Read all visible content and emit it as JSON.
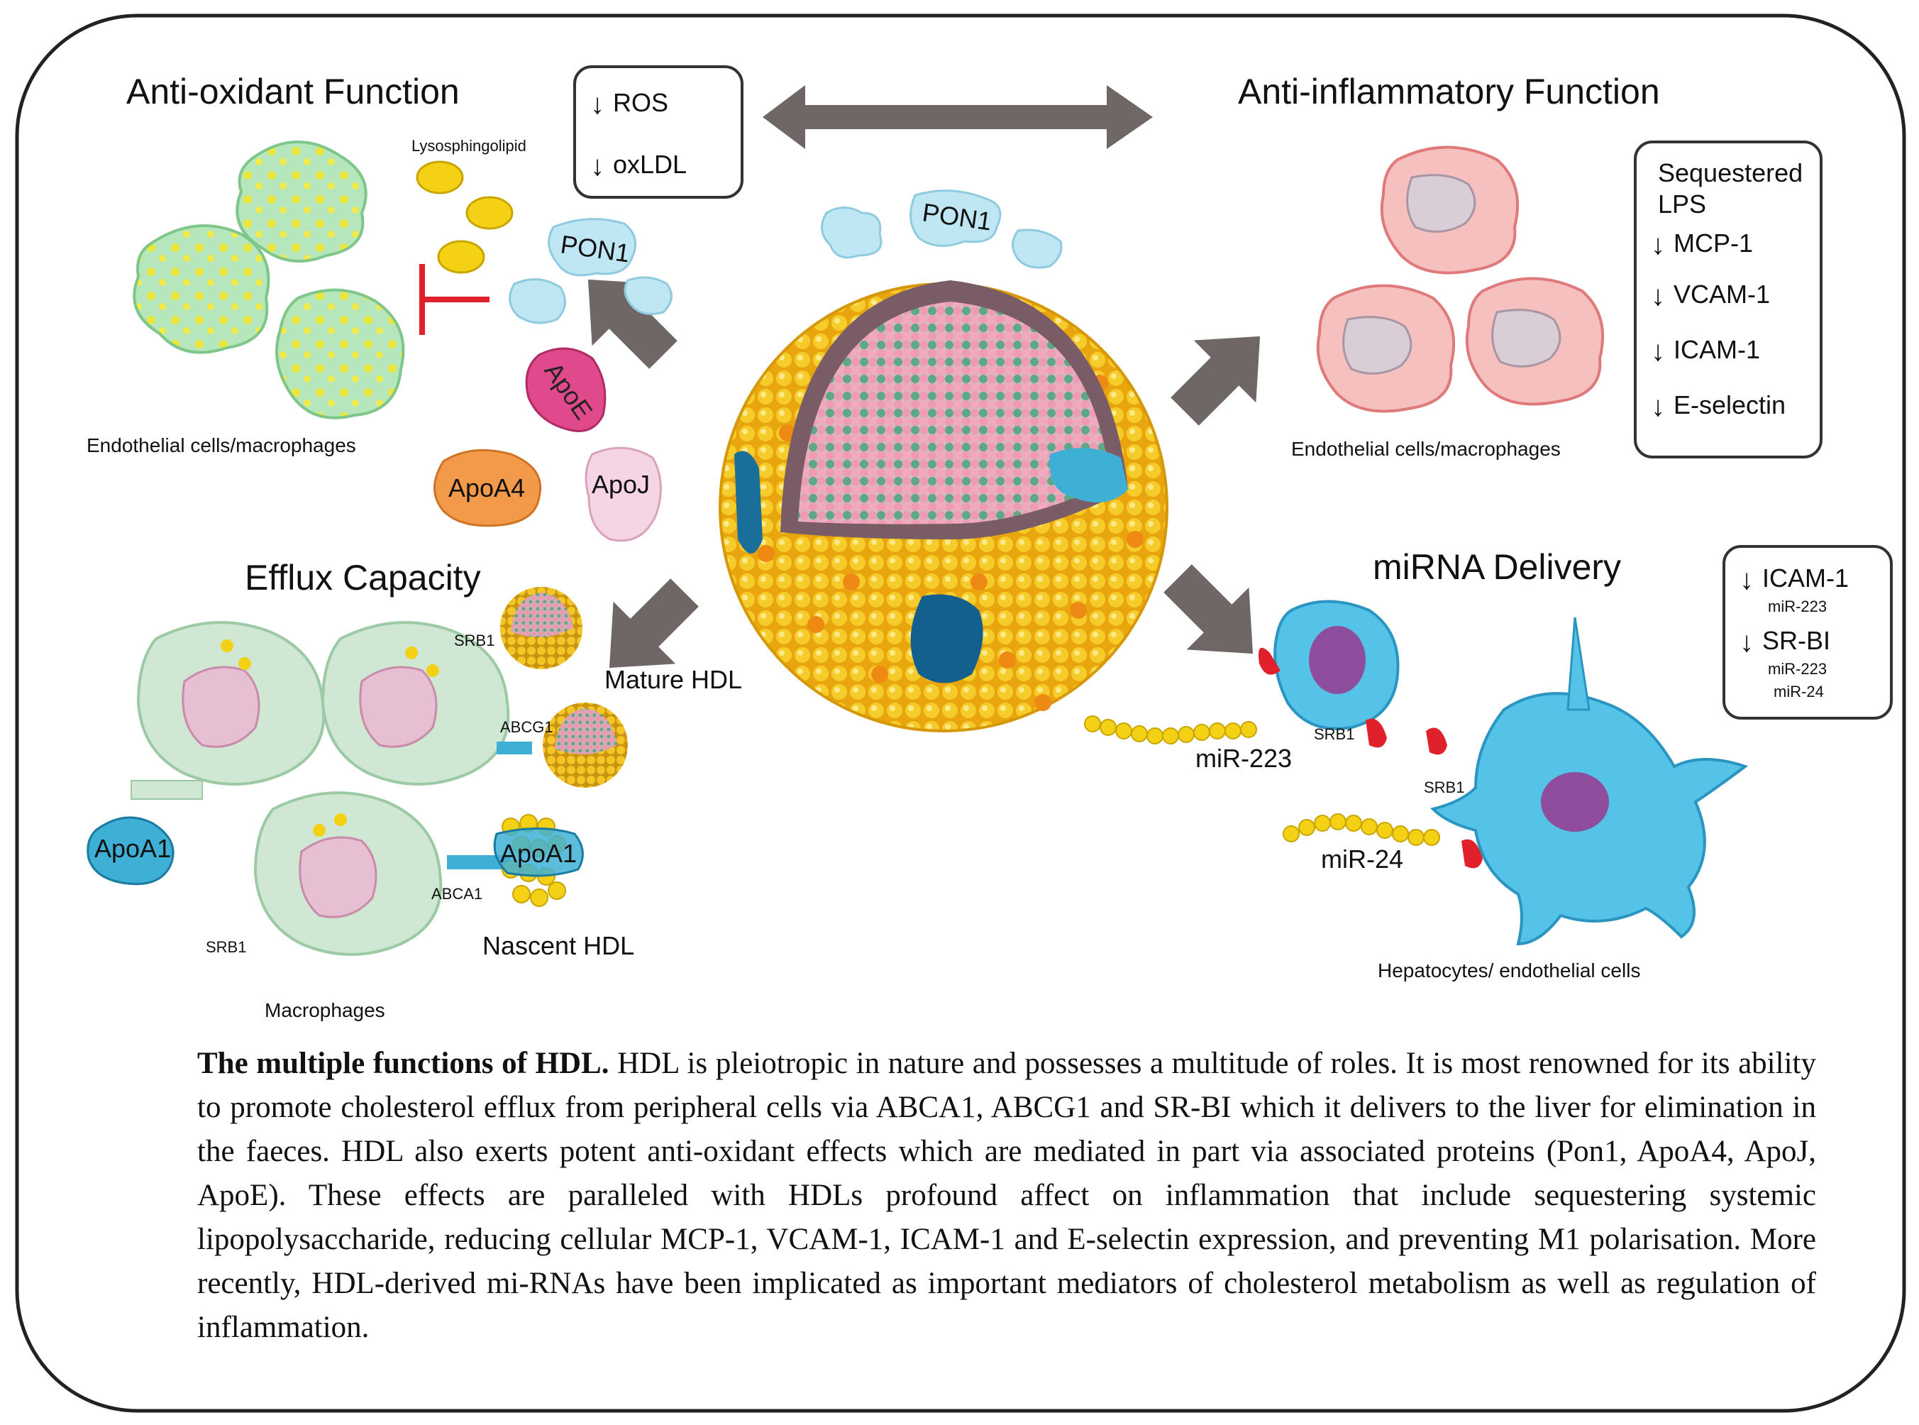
{
  "sections": {
    "antioxidant_title": "Anti-oxidant Function",
    "antiinflammatory_title": "Anti-inflammatory Function",
    "efflux_title": "Efflux Capacity",
    "mirna_title": "miRNA Delivery"
  },
  "antioxidant": {
    "box_items": [
      "ROS",
      "oxLDL"
    ],
    "lysosphingolipid": "Lysosphingolipid",
    "pon1_left": "PON1",
    "apoe": "ApoE",
    "apoa4": "ApoA4",
    "apoj": "ApoJ",
    "cells_label": "Endothelial cells/macrophages"
  },
  "center": {
    "pon1": "PON1"
  },
  "antiinflammatory": {
    "box_items": [
      "Sequestered LPS",
      "MCP-1",
      "VCAM-1",
      "ICAM-1",
      "E-selectin"
    ],
    "cells_label": "Endothelial cells/macrophages"
  },
  "efflux": {
    "srb1_top": "SRB1",
    "mature_hdl": "Mature HDL",
    "abcg1": "ABCG1",
    "apoa1_left": "ApoA1",
    "apoa1_right": "ApoA1",
    "abca1": "ABCA1",
    "nascent_hdl": "Nascent HDL",
    "srb1_bottom": "SRB1",
    "macrophages": "Macrophages"
  },
  "mirna": {
    "box": {
      "item1": "ICAM-1",
      "item1_sub": "miR-223",
      "item2": "SR-BI",
      "item2_sub1": "miR-223",
      "item2_sub2": "miR-24"
    },
    "srb1_a": "SRB1",
    "srb1_b": "SRB1",
    "mir223": "miR-223",
    "mir24": "miR-24",
    "cells_label": "Hepatocytes/ endothelial cells"
  },
  "caption": {
    "bold": "The multiple functions of HDL.",
    "text": " HDL is pleiotropic in nature and possesses a multitude of roles. It is most renowned for its ability to promote cholesterol efflux from peripheral cells via ABCA1, ABCG1 and SR-BI which it delivers to the liver for elimination in the faeces. HDL also exerts potent anti-oxidant effects which are mediated in part via associated proteins (Pon1, ApoA4, ApoJ, ApoE). These effects are paralleled with HDLs profound affect on inflammation that include sequestering systemic lipopolysaccharide, reducing cellular MCP-1, VCAM-1, ICAM-1 and E-selectin expression, and preventing M1 polarisation. More recently, HDL-derived mi-RNAs have been implicated as important mediators of cholesterol metabolism as well as regulation of inflammation."
  },
  "colors": {
    "frame": "#222222",
    "arrow": "#6e6766",
    "green_cell": "#a9deb0",
    "pink_cell": "#f5b7b5",
    "blue_cell": "#55c3e8",
    "yolk": "#f3c21a",
    "apoe": "#e04a8c",
    "apoa4": "#f39a4a",
    "pon": "#b7e2f1",
    "inhibit": "#e0202a"
  }
}
